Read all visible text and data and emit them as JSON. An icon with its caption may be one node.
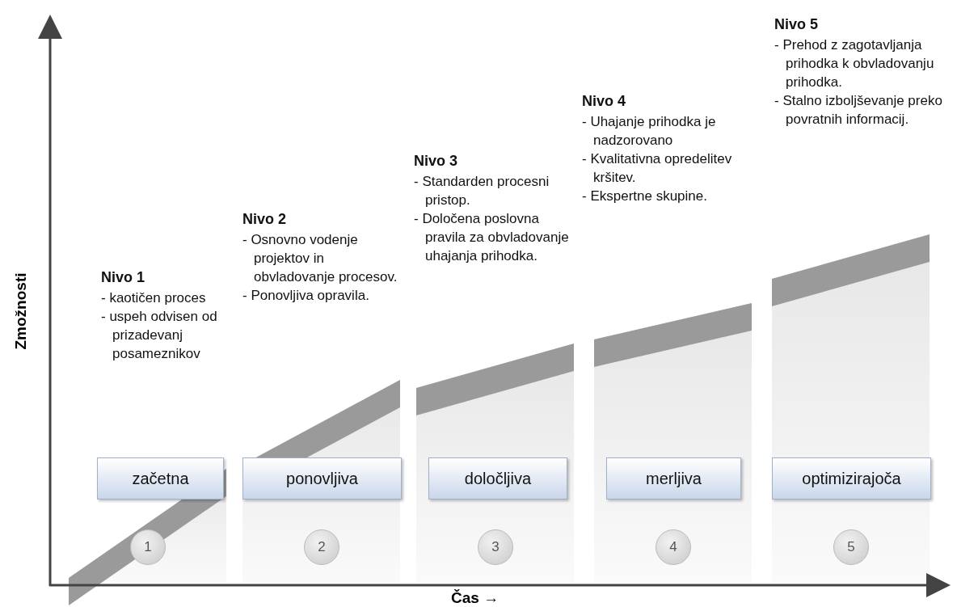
{
  "diagram": {
    "nodes": [
      {
        "text": [
          "začetna"
        ]
      },
      {
        "text": [
          "1"
        ]
      },
      {
        "text": [
          "ponovljiva"
        ]
      },
      {
        "text": [
          "2"
        ]
      },
      {
        "text": [
          "določljiva"
        ]
      },
      {
        "text": [
          "3"
        ]
      },
      {
        "text": [
          "merljiva"
        ]
      },
      {
        "text": [
          "4"
        ]
      },
      {
        "text": [
          "optimizirajoča"
        ]
      },
      {
        "text": [
          "5"
        ]
      }
    ],
    "edges": [],
    "labels": [
      "Nivo 1",
      "- kaotičen proces",
      "- uspeh odvisen od prizadevanj posameznikov",
      "Nivo 2",
      "- Osnovno vodenje projektov in obvladovanje procesov.",
      "- Ponovljiva opravila.",
      "Nivo 3",
      "- Standarden procesni pristop.",
      "- Določena poslovna pravila za obvladovanje uhajanja prihodka.",
      "Nivo 4",
      "- Uhajanje prihodka je nadzorovano",
      "- Kvalitativna opredelitev kršitev.",
      "- Ekspertne skupine.",
      "Nivo 5",
      "- Prehod z zagotavljanja prihodka k obvladovanju prihodka.",
      "- Stalno izboljševanje preko povratnih informacij.",
      "Zmožnosti",
      "Čas →"
    ]
  }
}
